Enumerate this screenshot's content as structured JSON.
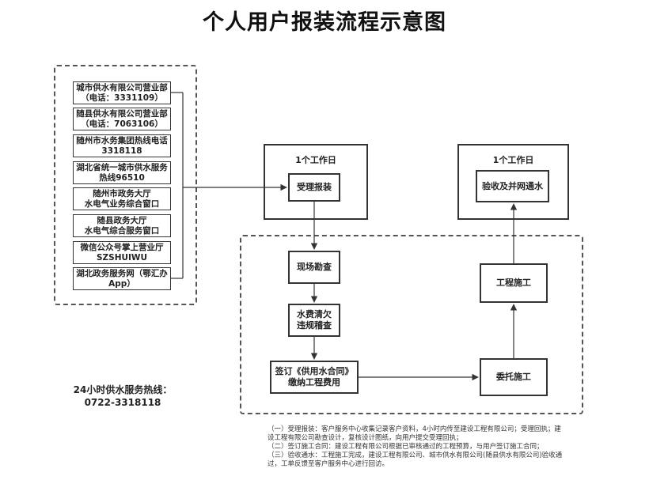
{
  "title": "个人用户报装流程示意图",
  "channels": [
    {
      "line1": "城市供水有限公司营业部",
      "line2": "（电话：3331109）"
    },
    {
      "line1": "随县供水有限公司营业部",
      "line2": "（电话：7063106）"
    },
    {
      "line1": "随州市水务集团热线电话",
      "line2": "3318118"
    },
    {
      "line1": "湖北省统一城市供水服务",
      "line2": "热线96510"
    },
    {
      "line1": "随州市政务大厅",
      "line2": "水电气业务综合窗口"
    },
    {
      "line1": "随县政务大厅",
      "line2": "水电气综合服务窗口"
    },
    {
      "line1": "微信公众号掌上营业厅",
      "line2": "SZSHUIWU"
    },
    {
      "line1": "湖北政务服务网（鄂汇办",
      "line2": "App）"
    }
  ],
  "workday_left": "1个工作日",
  "workday_right": "1个工作日",
  "steps": {
    "accept": "受理报装",
    "survey": "现场勘查",
    "arrears_1": "水费清欠",
    "arrears_2": "违规稽查",
    "contract_1": "签订《供用水合同》",
    "contract_2": "缴纳工程费用",
    "entrust": "委托施工",
    "construction": "工程施工",
    "acceptance": "验收及并网通水"
  },
  "hotline": {
    "line1": "24小时供水服务热线：",
    "line2": "0722-3318118"
  },
  "notes": [
    "（一）受理报装：客户服务中心收集记录客户资料，4小时内传至建设工程有限公司；受理回执；建设工程有限公司勘查设计，复核设计图纸，向用户提交受理回执；",
    "（二）签订施工合同：建设工程有限公司根据已审核通过的工程预算，与用户签订施工合同；",
    "（三）验收通水：工程施工完成，建设工程有限公司、城市供水有限公司(随县供水有限公司)验收通过，工单反馈至客户服务中心进行回访。"
  ]
}
